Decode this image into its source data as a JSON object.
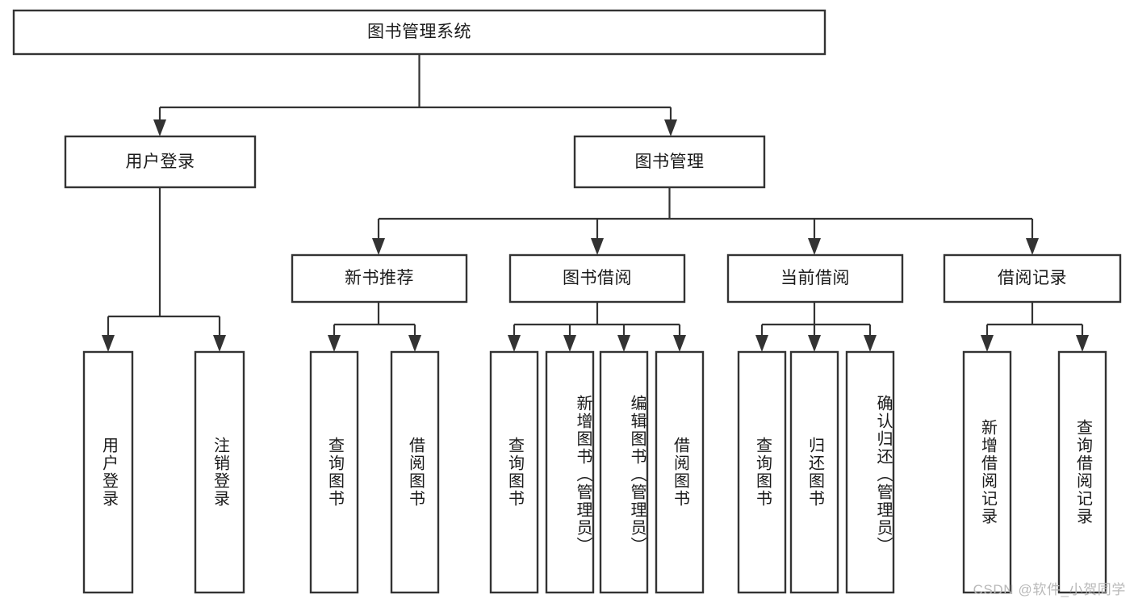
{
  "diagram": {
    "title": "图书管理系统",
    "watermark": "CSDN @软件_小贺同学",
    "root": {
      "label": "图书管理系统"
    },
    "level2": [
      {
        "label": "用户登录"
      },
      {
        "label": "图书管理"
      }
    ],
    "level3": [
      {
        "label": "新书推荐"
      },
      {
        "label": "图书借阅"
      },
      {
        "label": "当前借阅"
      },
      {
        "label": "借阅记录"
      }
    ],
    "leaves": {
      "user_login": [
        {
          "label": "用户登录"
        },
        {
          "label": "注销登录"
        }
      ],
      "new_book_recommend": [
        {
          "label": "查询图书"
        },
        {
          "label": "借阅图书"
        }
      ],
      "book_borrow": [
        {
          "label": "查询图书"
        },
        {
          "label": "新增图书（管理员）"
        },
        {
          "label": "编辑图书（管理员）"
        },
        {
          "label": "借阅图书"
        }
      ],
      "current_borrow": [
        {
          "label": "查询图书"
        },
        {
          "label": "归还图书"
        },
        {
          "label": "确认归还（管理员）"
        }
      ],
      "borrow_record": [
        {
          "label": "新增借阅记录"
        },
        {
          "label": "查询借阅记录"
        }
      ]
    },
    "colors": {
      "box_stroke": "#333333",
      "box_fill": "#ffffff",
      "text": "#1a1a1a",
      "watermark": "#b9b9b9",
      "background": "#ffffff"
    }
  }
}
